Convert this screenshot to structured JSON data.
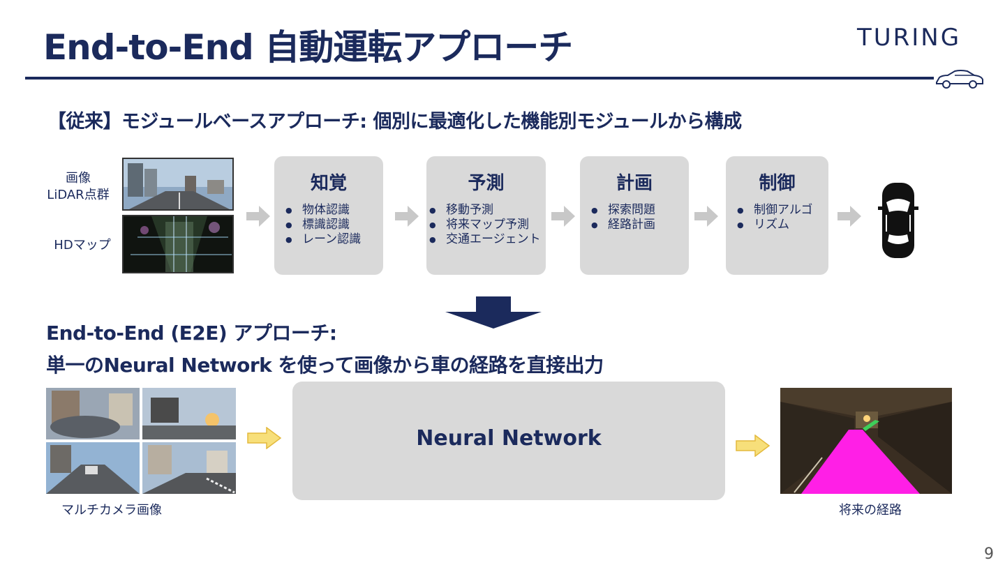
{
  "header": {
    "title": "End-to-End 自動運転アプローチ",
    "logo": "TURING"
  },
  "modular": {
    "heading": "【従来】モジュールベースアプローチ: 個別に最適化した機能別モジュールから構成",
    "input_label_1": "画像",
    "input_label_2": "LiDAR点群",
    "input_label_3": "HDマップ",
    "modules": [
      {
        "title": "知覚",
        "items": [
          "物体認識",
          "標識認識",
          "レーン認識"
        ]
      },
      {
        "title": "予測",
        "items": [
          "移動予測",
          "将来マップ予測",
          "交通エージェント"
        ]
      },
      {
        "title": "計画",
        "items": [
          "探索問題",
          "経路計画"
        ]
      },
      {
        "title": "制御",
        "items": [
          "制御アルゴ",
          "リズム"
        ]
      }
    ]
  },
  "e2e": {
    "heading_line1": "End-to-End (E2E) アプローチ:",
    "heading_line2": "単一のNeural Network を使って画像から車の経路を直接出力",
    "network_label": "Neural Network",
    "input_caption": "マルチカメラ画像",
    "output_caption": "将来の経路"
  },
  "page_number": "9",
  "colors": {
    "navy": "#1b2a5c",
    "box_grey": "#d9d9d9",
    "arrow_grey": "#c8c8c8",
    "arrow_yellow": "#f7df7a",
    "path_magenta": "#ff1fe6"
  }
}
